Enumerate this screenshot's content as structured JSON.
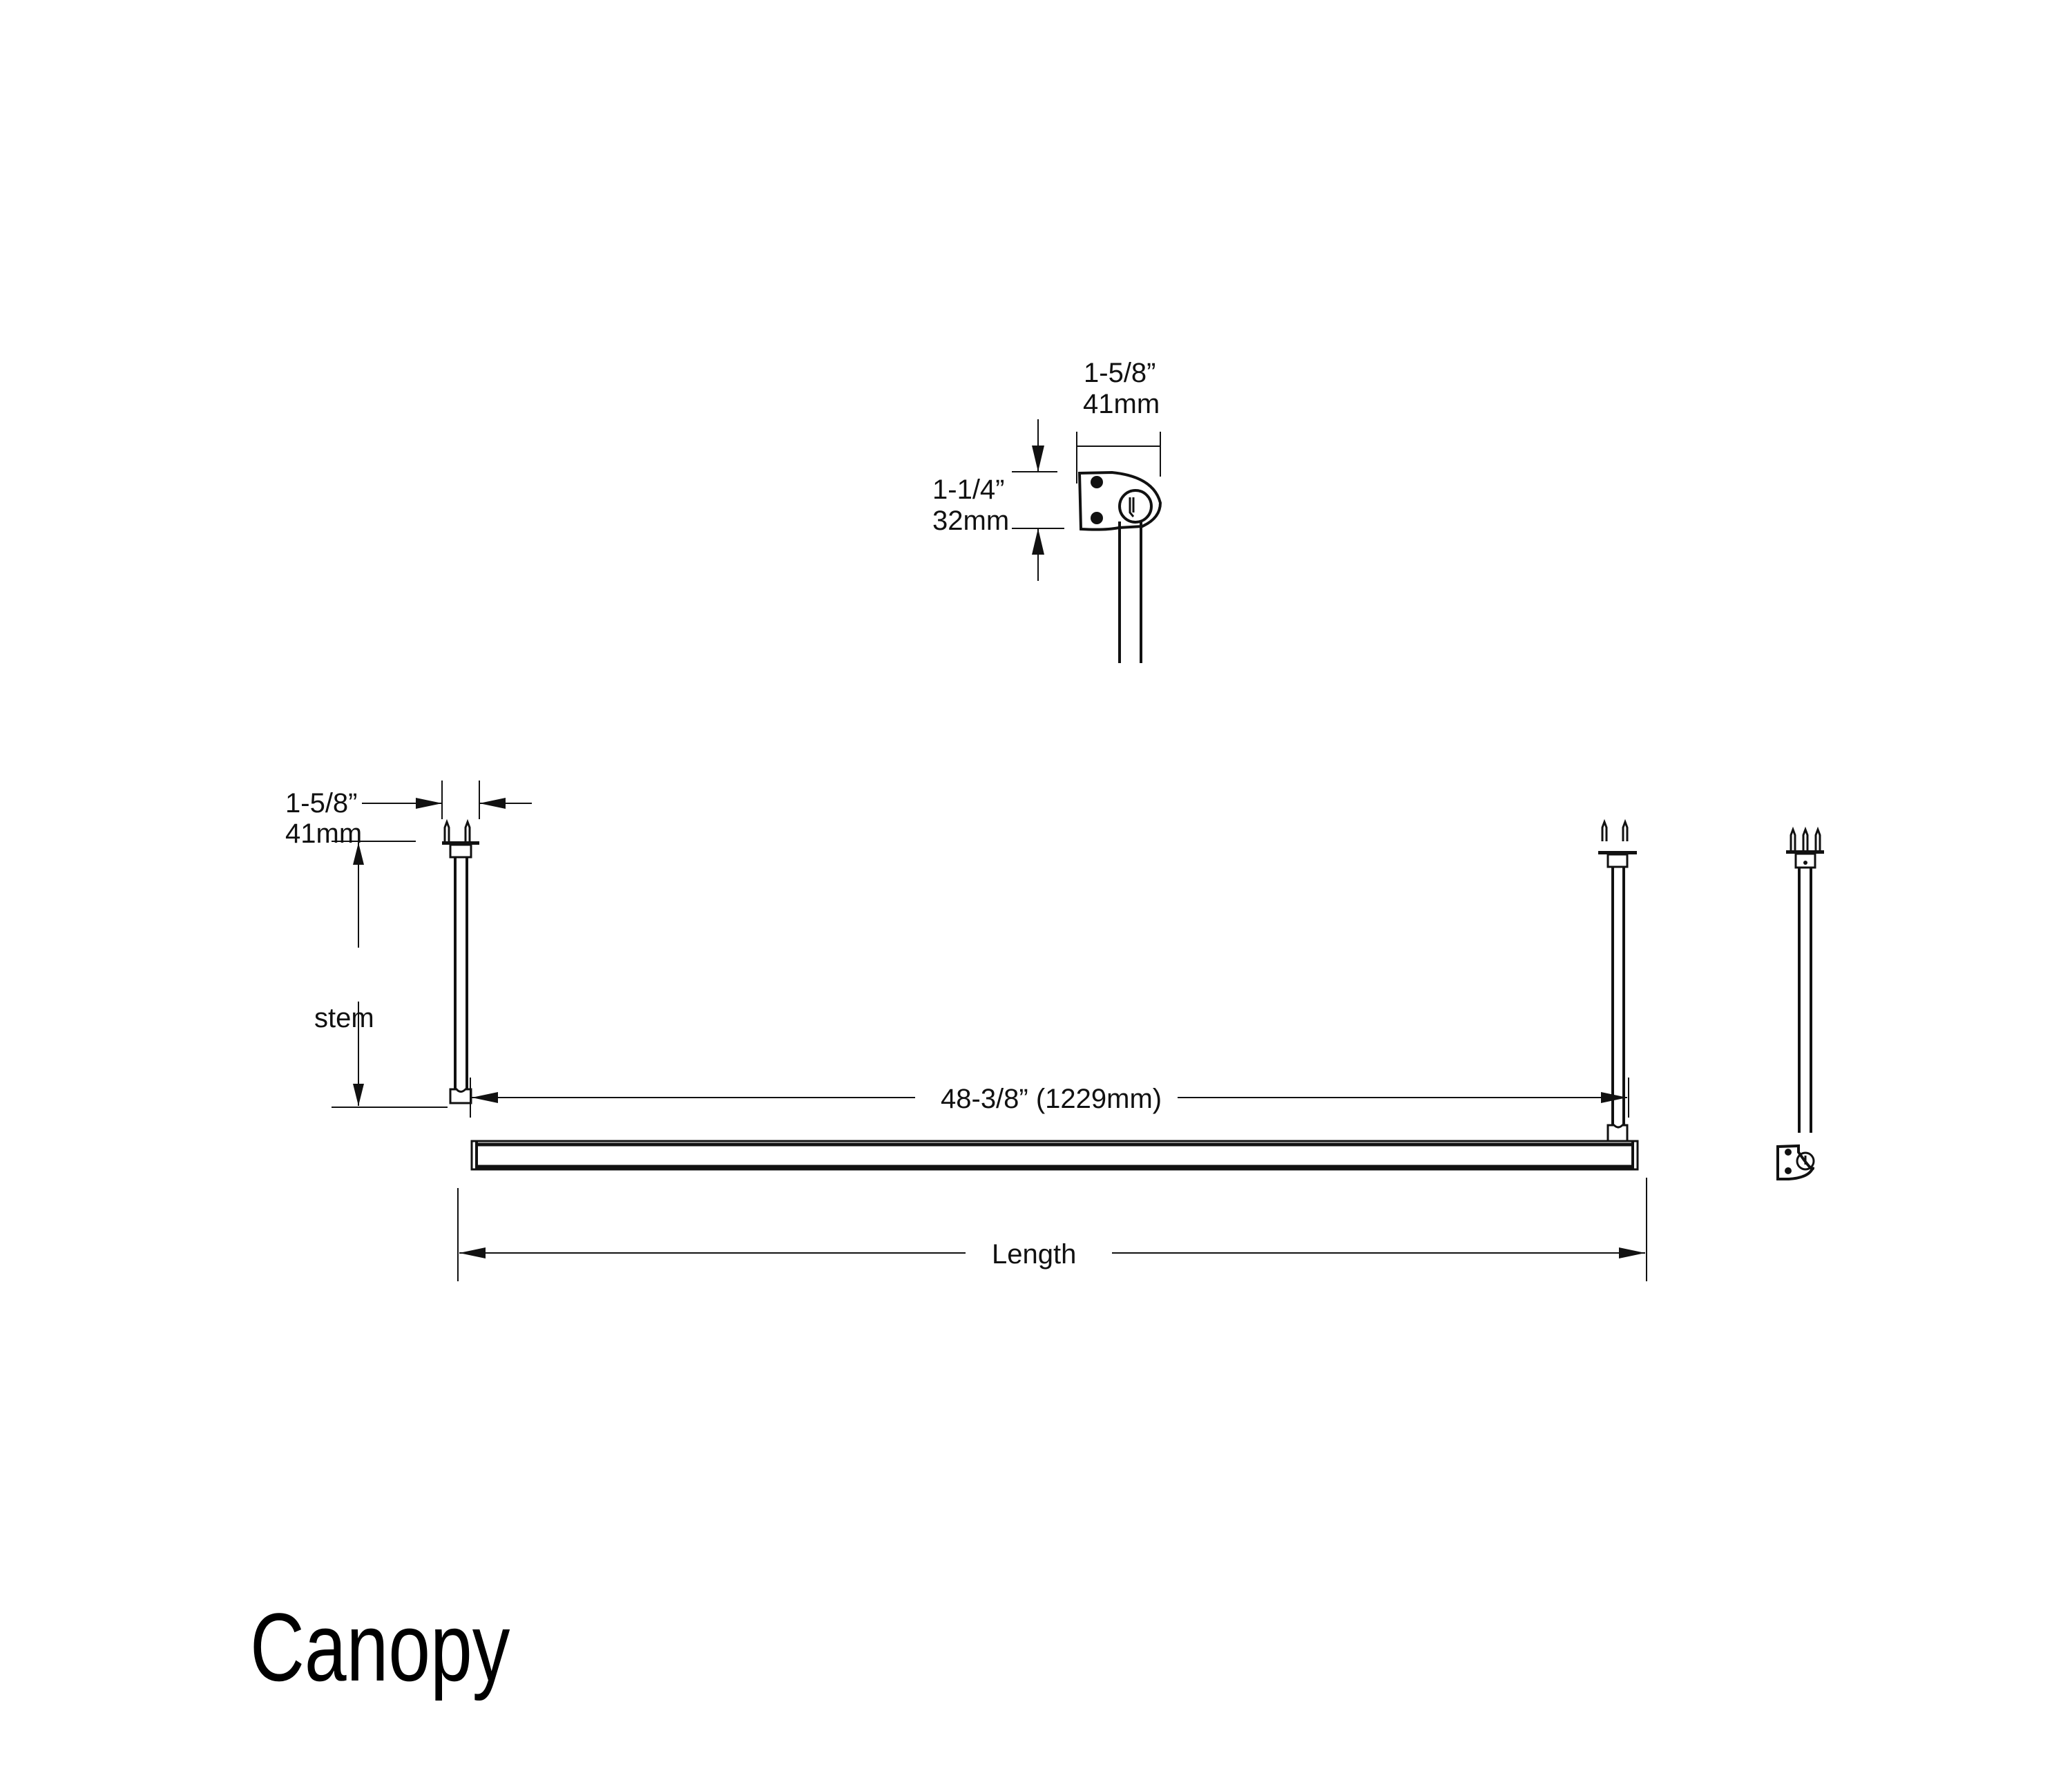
{
  "title": "Canopy",
  "detail_top": {
    "width_in": "1-5/8”",
    "width_mm": "41mm",
    "height_in": "1-1/4”",
    "height_mm": "32mm"
  },
  "front_view": {
    "stem_width_in": "1-5/8”",
    "stem_width_mm": "41mm",
    "stem_label": "stem",
    "inner_length": "48-3/8” (1229mm)",
    "overall_length": "Length"
  },
  "colors": {
    "line": "#111111",
    "background": "#ffffff"
  }
}
